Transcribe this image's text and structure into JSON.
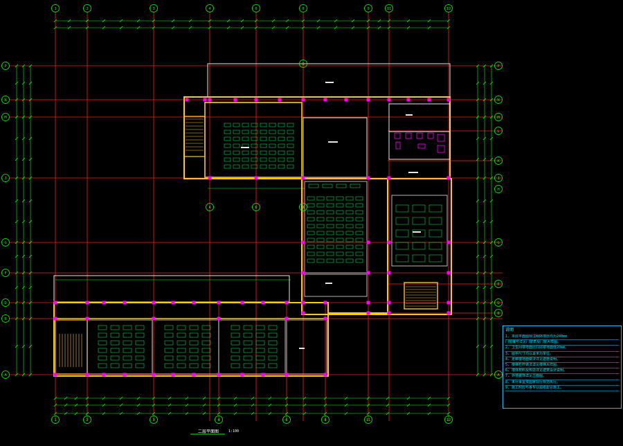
{
  "drawing": {
    "colors": {
      "background": "#000000",
      "grid_axis": "#ff0000",
      "dimension": "#00ff00",
      "wall": "#ffffff",
      "outer_wall": "#ffcc00",
      "column": "#ff00ff",
      "furniture": "#00ff66",
      "notes": "#00e5ff",
      "bubble": "#00ff00"
    },
    "axes_top": [
      "1",
      "2",
      "3",
      "4",
      "6",
      "8",
      "9",
      "11",
      "12"
    ],
    "axes_left": [
      "P",
      "N",
      "M",
      "J",
      "G",
      "F",
      "D",
      "B",
      "A"
    ],
    "axes_right": [
      "P",
      "N",
      "M",
      "L",
      "K",
      "J",
      "H",
      "G",
      "E",
      "D",
      "B",
      "A"
    ],
    "axes_inner_bottom": [
      "4",
      "6",
      "8"
    ],
    "title_label": "二层平面图",
    "scale_label": "1:100",
    "notes_heading": "说明",
    "notes_lines": [
      "1. 本层平面图除注明外墙厚均为240mm",
      "   门窗编号详见门窗表及门窗大样图。",
      "2. 卫生间楼地面比同层楼地面低20mm。",
      "3. 图中尺寸均以毫米为单位。",
      "4. 走廊楼地面做法详见建施说明。",
      "5. 楼梯栏杆做法详见楼梯大样图。",
      "6. 墙体材料及构造详见建筑设计说明。",
      "7. 外墙装饰详见立面图。",
      "8. 未尽事宜按国家现行规范执行。",
      "9. 施工时应与各专业图纸配合施工。"
    ]
  }
}
